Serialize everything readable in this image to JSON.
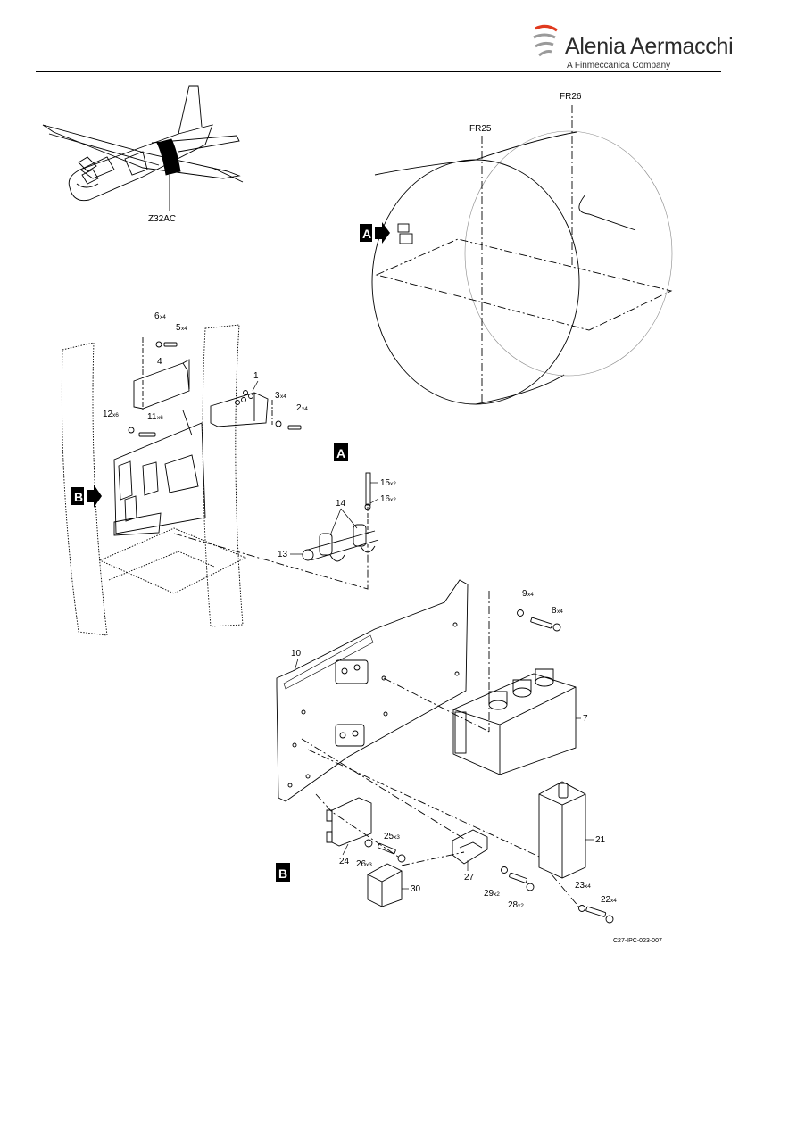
{
  "header": {
    "brand_name": "Alenia Aermacchi",
    "brand_tagline": "A Finmeccanica Company"
  },
  "zone_label": "Z32AC",
  "frames": [
    "FR25",
    "FR26"
  ],
  "views": {
    "a": "A",
    "b": "B"
  },
  "callouts": [
    {
      "n": "1",
      "q": ""
    },
    {
      "n": "2",
      "q": "x4"
    },
    {
      "n": "3",
      "q": "x4"
    },
    {
      "n": "4",
      "q": ""
    },
    {
      "n": "5",
      "q": "x4"
    },
    {
      "n": "6",
      "q": "x4"
    },
    {
      "n": "7",
      "q": ""
    },
    {
      "n": "8",
      "q": "x4"
    },
    {
      "n": "9",
      "q": "x4"
    },
    {
      "n": "10",
      "q": ""
    },
    {
      "n": "11",
      "q": "x6"
    },
    {
      "n": "12",
      "q": "x6"
    },
    {
      "n": "13",
      "q": ""
    },
    {
      "n": "14",
      "q": ""
    },
    {
      "n": "15",
      "q": "x2"
    },
    {
      "n": "16",
      "q": "x2"
    },
    {
      "n": "21",
      "q": ""
    },
    {
      "n": "22",
      "q": "x4"
    },
    {
      "n": "23",
      "q": "x4"
    },
    {
      "n": "24",
      "q": ""
    },
    {
      "n": "25",
      "q": "x3"
    },
    {
      "n": "26",
      "q": "x3"
    },
    {
      "n": "27",
      "q": ""
    },
    {
      "n": "28",
      "q": "x2"
    },
    {
      "n": "29",
      "q": "x2"
    },
    {
      "n": "30",
      "q": ""
    }
  ],
  "figure_ref": "C27-IPC-023-007"
}
